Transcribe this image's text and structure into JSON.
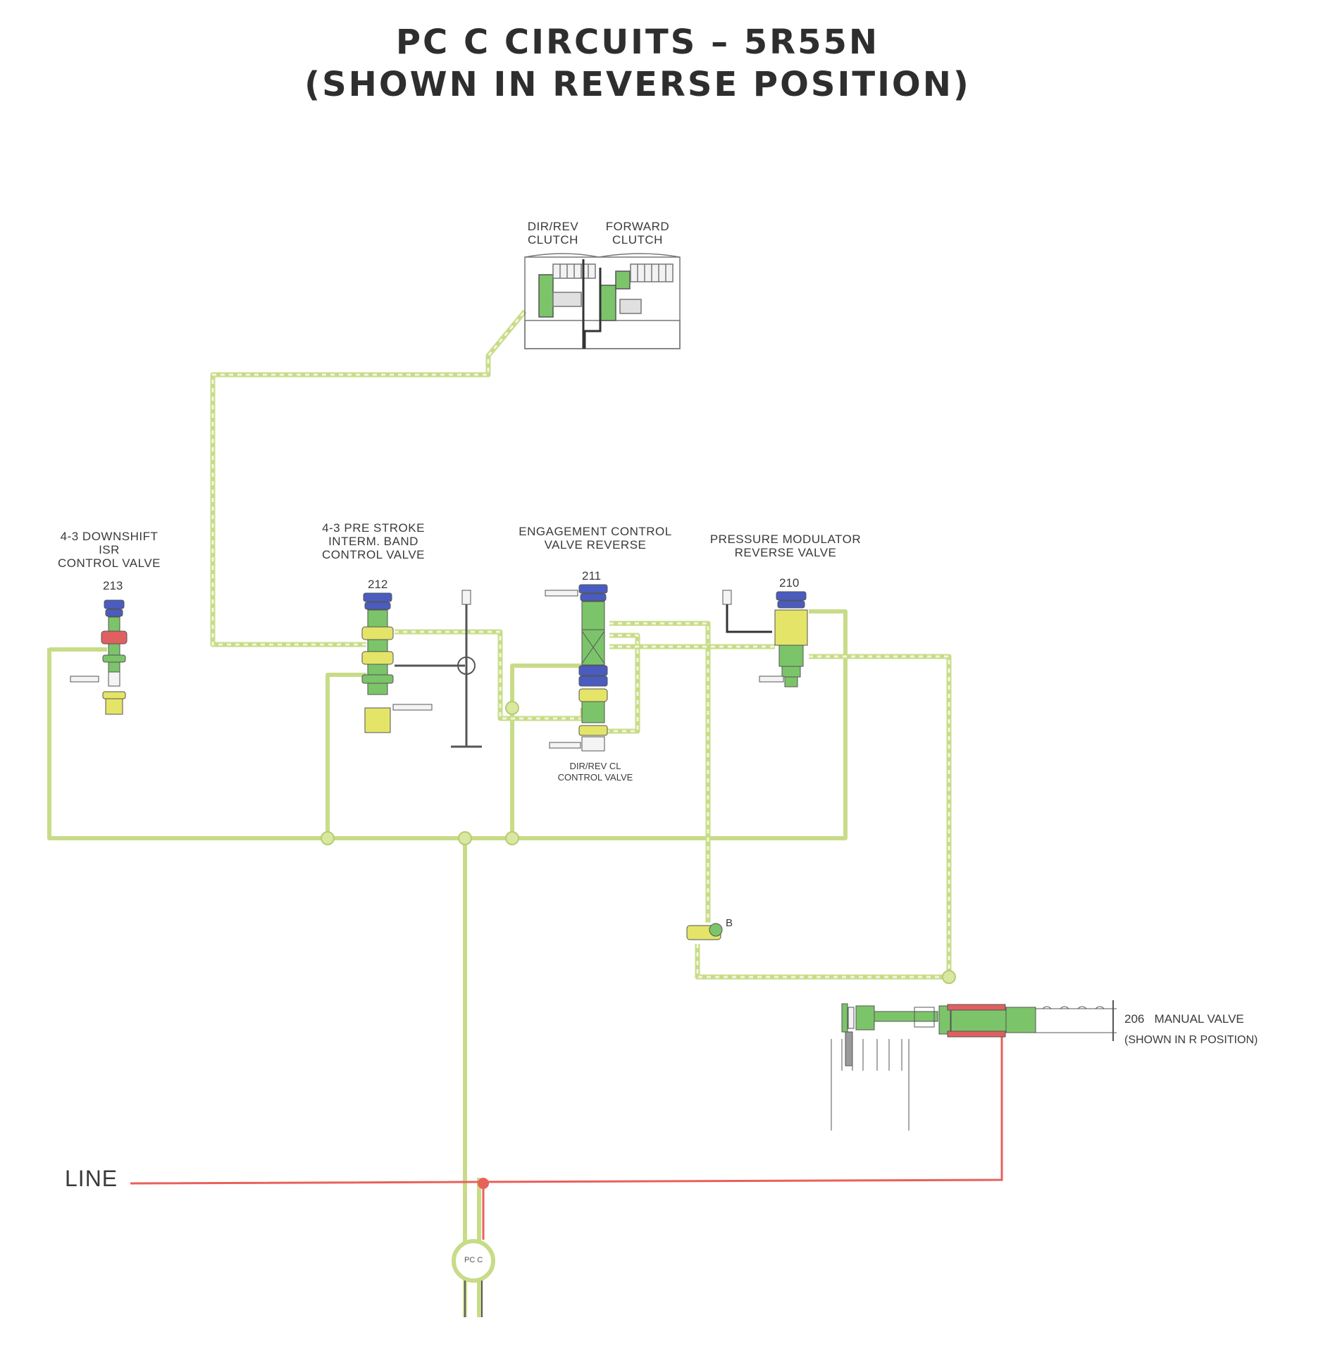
{
  "title": {
    "line1": "PC C CIRCUITS – 5R55N",
    "line2": "(SHOWN IN REVERSE POSITION)"
  },
  "clutches": {
    "dir_rev": [
      "DIR/REV",
      "CLUTCH"
    ],
    "forward": [
      "FORWARD",
      "CLUTCH"
    ]
  },
  "valves": [
    {
      "id": "213",
      "label": [
        "4-3 DOWNSHIFT",
        "ISR",
        "CONTROL VALVE"
      ]
    },
    {
      "id": "212",
      "label": [
        "4-3 PRE STROKE",
        "INTERM. BAND",
        "CONTROL VALVE"
      ]
    },
    {
      "id": "211",
      "label": [
        "ENGAGEMENT CONTROL",
        "VALVE REVERSE"
      ]
    },
    {
      "id": "210",
      "label": [
        "PRESSURE MODULATOR",
        "REVERSE VALVE"
      ]
    }
  ],
  "dir_rev_cl_valve": [
    "DIR/REV CL",
    "CONTROL VALVE"
  ],
  "check_ball": "B",
  "manual_valve": {
    "label": "206   MANUAL VALVE",
    "sub": "(SHOWN IN R POSITION)"
  },
  "line_label": "LINE",
  "pcc_label": "PC C",
  "colors": {
    "pc_c_circuit": "#c8dc88",
    "line_circuit": "#e8615a",
    "valve_green": "#7cc46a",
    "valve_blue": "#4a5cc0",
    "valve_red": "#e06060",
    "valve_yellow": "#e4e468"
  }
}
